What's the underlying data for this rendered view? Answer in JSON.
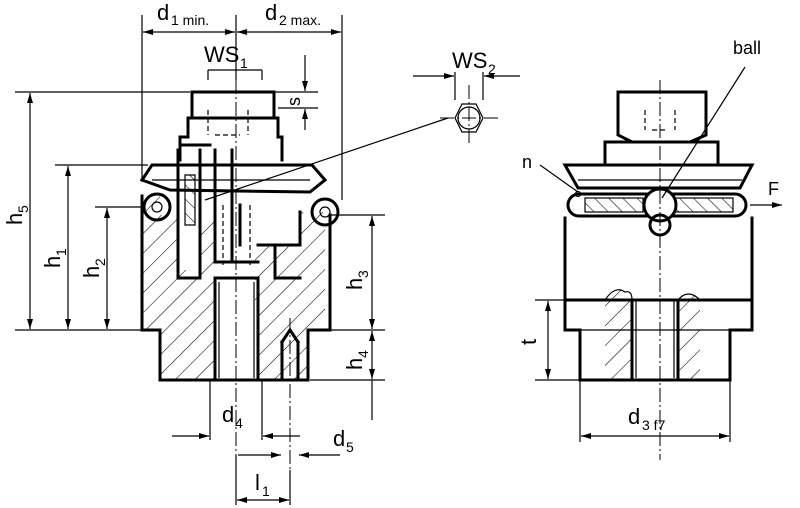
{
  "dims": {
    "d1": {
      "main": "d",
      "sub": "1 min."
    },
    "d2": {
      "main": "d",
      "sub": "2 max."
    },
    "ws1": {
      "main": "WS",
      "sub": "1"
    },
    "ws2": {
      "main": "WS",
      "sub": "2"
    },
    "s": "s",
    "h5": {
      "main": "h",
      "sub": "5"
    },
    "h1": {
      "main": "h",
      "sub": "1"
    },
    "h2": {
      "main": "h",
      "sub": "2"
    },
    "h3": {
      "main": "h",
      "sub": "3"
    },
    "h4": {
      "main": "h",
      "sub": "4"
    },
    "d4": {
      "main": "d",
      "sub": "4"
    },
    "d5": {
      "main": "d",
      "sub": "5"
    },
    "l1": {
      "main": "l",
      "sub": "1"
    },
    "d3": {
      "main": "d",
      "sub": "3 f7"
    },
    "t": "t",
    "ball": "ball",
    "n": "n",
    "F": "F"
  }
}
